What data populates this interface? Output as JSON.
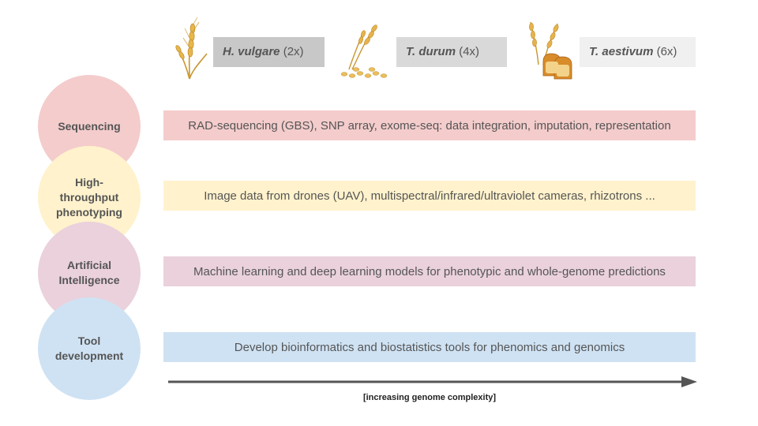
{
  "species": [
    {
      "name": "H. vulgare",
      "ploidy": "(2x)",
      "color": "#c8c8c8"
    },
    {
      "name": "T. durum",
      "ploidy": "(4x)",
      "color": "#d9d9d9"
    },
    {
      "name": "T. aestivum",
      "ploidy": "(6x)",
      "color": "#f0f0f0"
    }
  ],
  "rows": [
    {
      "category": "Sequencing",
      "circle_color": "#f4cccc",
      "band_color": "#f4cccc",
      "text": "RAD-sequencing (GBS), SNP array, exome-seq: data integration, imputation, representation"
    },
    {
      "category_lines": [
        "High-",
        "throughput",
        "phenotyping"
      ],
      "circle_color": "#fff2cc",
      "band_color": "#fff2cc",
      "text": "Image data from drones (UAV), multispectral/infrared/ultraviolet cameras, rhizotrons ..."
    },
    {
      "category_lines": [
        "Artificial",
        "Intelligence"
      ],
      "circle_color": "#ead1dc",
      "band_color": "#ead1dc",
      "text": "Machine learning and deep learning models for phenotypic and whole-genome predictions"
    },
    {
      "category_lines": [
        "Tool",
        "development"
      ],
      "circle_color": "#cfe2f3",
      "band_color": "#cfe2f3",
      "text": "Develop bioinformatics and biostatistics tools for phenomics and genomics"
    }
  ],
  "axis": {
    "label": "[increasing genome complexity]"
  },
  "icons": [
    "barley-spike-icon",
    "durum-wheat-grain-icon",
    "bread-wheat-icon"
  ]
}
